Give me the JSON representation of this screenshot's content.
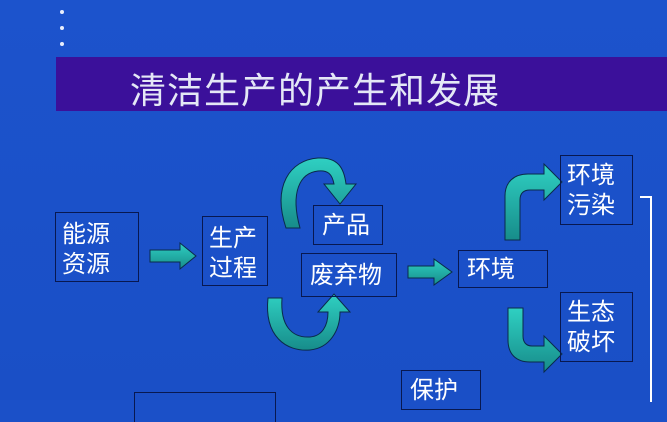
{
  "title": "清洁生产的产生和发展",
  "nodes": {
    "energy": {
      "line1": "能源",
      "line2": "资源"
    },
    "production": {
      "line1": "生产",
      "line2": "过程"
    },
    "product": {
      "label": "产品"
    },
    "waste": {
      "label": "废弃物"
    },
    "environment": {
      "label": "环境"
    },
    "pollution": {
      "line1": "环境",
      "line2": "污染"
    },
    "ecology": {
      "line1": "生态",
      "line2": "破坏"
    },
    "protect": {
      "label": "保护"
    }
  },
  "colors": {
    "background": "#1b50c8",
    "title_bar": "#3b109a",
    "arrow_fill": "#1fb8a8",
    "text": "#ffffff"
  }
}
